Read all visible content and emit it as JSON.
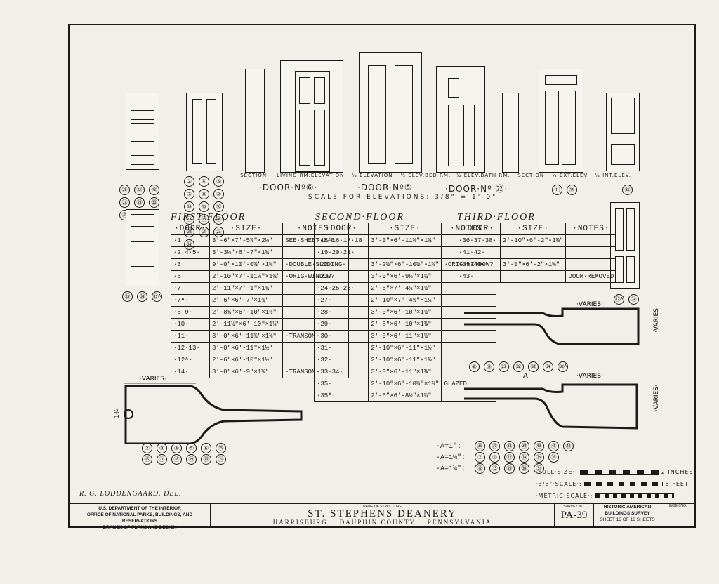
{
  "elevations": {
    "labels": [
      "·SECTION·",
      "·LIVING·RM.ELEVATION·",
      "½·ELEVATION·",
      "½·ELEV.BED·RM.",
      "½·ELEV.BATH·RM.",
      "·SECTION·",
      "½·EXT.ELEV.",
      "½·INT.ELEV."
    ],
    "doors": [
      "·DOOR·Nº⑥·",
      "·DOOR·Nº⑤·",
      "·DOOR·Nº ㉒·"
    ],
    "scale_note": "SCALE FOR ELEVATIONS: 3/8\" = 1'-0\"",
    "door_nums_a": [
      "②",
      "④",
      "⑤",
      "⑦",
      "⑧",
      "⑨",
      "⑩",
      "⑮",
      "⑯",
      "⑰",
      "⑱",
      "⑲",
      "⑳",
      "㉑",
      "㉓",
      "㉔"
    ],
    "door_nums_b": [
      "㉘",
      "⑫",
      "⑬",
      "㉗",
      "㉙",
      "㉚",
      "㉛",
      "㉜",
      "㉝"
    ],
    "door_nums_c": [
      "⑪",
      "⑭"
    ],
    "door_nums_d": [
      "㉟"
    ],
    "door_nums_e": [
      "㉕",
      "㉞",
      "⑮ᴬ"
    ],
    "door_nums_f": [
      "⑫ᴬ",
      "㉔"
    ],
    "varies": "VARIES"
  },
  "first_floor": {
    "title": "FIRST·FLOOR",
    "headers": [
      "·DOOR·",
      "·SIZE·",
      "·NOTES·"
    ],
    "rows": [
      [
        "·1·",
        "3'-6\"×7'-5⅞\"×2½\"",
        "SEE·SHEET·7/8"
      ],
      [
        "·2·4·5·",
        "3'-3⅛\"×6'-7\"×1¾\"",
        ""
      ],
      [
        "·3·",
        "9'-0\"×10'-0¾\"×1¾\"",
        "·DOUBLE·SLIDING·"
      ],
      [
        "·6·",
        "2'-10\"×7'-11½\"×1¾\"",
        "·ORIG·WINDOW?"
      ],
      [
        "·7·",
        "2'-11\"×7'-1\"×1¾\"",
        ""
      ],
      [
        "·7ᴬ·",
        "2'-6\"×6'-7\"×1¾\"",
        ""
      ],
      [
        "·8·9·",
        "2'-8¾\"×6'-10\"×1½\"",
        ""
      ],
      [
        "·10·",
        "2'-11¼\"×6'-10\"×1½\"",
        ""
      ],
      [
        "·11·",
        "3'-0\"×6'-11¾\"×1⅜\"",
        "·TRANSOM·"
      ],
      [
        "·12·13·",
        "3'-0\"×6'-11\"×1½\"",
        ""
      ],
      [
        "·12ᴬ·",
        "2'-6\"×6'-10\"×1½\"",
        ""
      ],
      [
        "·14·",
        "3'-0\"×6'-9\"×1⅜\"",
        "·TRANSOM·"
      ]
    ]
  },
  "second_floor": {
    "title": "SECOND·FLOOR",
    "headers": [
      "·DOOR·",
      "·SIZE·",
      "·NOTES·"
    ],
    "rows": [
      [
        "·15·16·17·18·",
        "3'-0\"×6'-11⅜\"×1¾\"",
        ""
      ],
      [
        "·19·20·21·",
        "",
        ""
      ],
      [
        "·22·",
        "3'-2½\"×6'-10½\"×1¾\"",
        "·ORIG·WINDOW?"
      ],
      [
        "·23·",
        "3'-0\"×6'-9½\"×1¼\"",
        ""
      ],
      [
        "·24·25·26·",
        "2'-6\"×7'-4½\"×1½\"",
        ""
      ],
      [
        "·27·",
        "2'-10\"×7'-4½\"×1½\"",
        ""
      ],
      [
        "·28·",
        "3'-0\"×6'-10\"×1½\"",
        ""
      ],
      [
        "·29·",
        "2'-8\"×6'-10\"×1⅜\"",
        ""
      ],
      [
        "·30·",
        "3'-0\"×6'-11\"×1½\"",
        ""
      ],
      [
        "·31·",
        "2'-10\"×6'-11\"×1½\"",
        ""
      ],
      [
        "·32·",
        "2'-10\"×6'-11\"×1⅜\"",
        ""
      ],
      [
        "·33·34·",
        "3'-0\"×6'-11\"×1⅜\"",
        ""
      ],
      [
        "·35·",
        "2'-10\"×6'-10¼\"×1⅜\"",
        "GLAZED"
      ],
      [
        "·35ᴬ·",
        "2'-6\"×6'-8½\"×1¼\"",
        ""
      ]
    ]
  },
  "third_floor": {
    "title": "THIRD·FLOOR",
    "headers": [
      "·DOOR·",
      "·SIZE·",
      "·NOTES·"
    ],
    "rows": [
      [
        "·36·37·38·",
        "2'-10\"×6'-2\"×1⅜\"",
        ""
      ],
      [
        "·41·42·",
        "",
        ""
      ],
      [
        "·39·40·",
        "3'-0\"×6'-2\"×1⅜\"",
        ""
      ],
      [
        "·43·",
        "",
        "DOOR·REMOVED"
      ]
    ]
  },
  "sections": {
    "left_nums_1": [
      "②",
      "③",
      "④",
      "⑤",
      "⑥",
      "⑮"
    ],
    "left_nums_2": [
      "⑯",
      "⑰",
      "⑱",
      "⑲",
      "⑳",
      "㉑"
    ],
    "right_top_nums": [
      "⑧",
      "⑨",
      "㉓",
      "㉜",
      "㉝",
      "㉞",
      "㉟ᴬ"
    ],
    "a_label": "A",
    "a_rows": [
      {
        "label": "·A=1\":",
        "nums": [
          "㊱",
          "㊲",
          "㊳",
          "㊴",
          "㊵",
          "㊶",
          "㊷"
        ]
      },
      {
        "label": "·A=1⅛\":",
        "nums": [
          "⑦",
          "⑩",
          "㉒",
          "㉔",
          "㉕",
          "㉖"
        ]
      },
      {
        "label": "·A=1¼\":",
        "nums": [
          "⑫",
          "⑬",
          "㉙",
          "㉚",
          "㉛"
        ]
      }
    ],
    "thickness": "1¾"
  },
  "scales": {
    "full_size": "·FULL·SIZE·:",
    "three_eighths": "·3/8\"·SCALE·:",
    "metric": "·METRIC·SCALE·:",
    "inches": "2 INCHES",
    "feet": "5 FEET"
  },
  "delineator": "R. G. LODDENGAARD. DEL.",
  "title_block": {
    "agency_1": "U.S. DEPARTMENT OF THE INTERIOR",
    "agency_2": "OFFICE OF NATIONAL PARKS, BUILDINGS, AND RESERVATIONS",
    "agency_3": "BRANCH OF PLANS AND DESIGN",
    "name_label": "NAME OF STRUCTURE",
    "structure": "ST. STEPHENS DEANERY",
    "location": "HARRISBURG    DAUPHIN COUNTY    PENNSYLVANIA",
    "survey_label": "SURVEY NO.",
    "survey_no": "PA-39",
    "habs_1": "HISTORIC AMERICAN",
    "habs_2": "BUILDINGS SURVEY",
    "sheet": "SHEET 13 OF 16 SHEETS",
    "index_label": "INDEX NO."
  }
}
